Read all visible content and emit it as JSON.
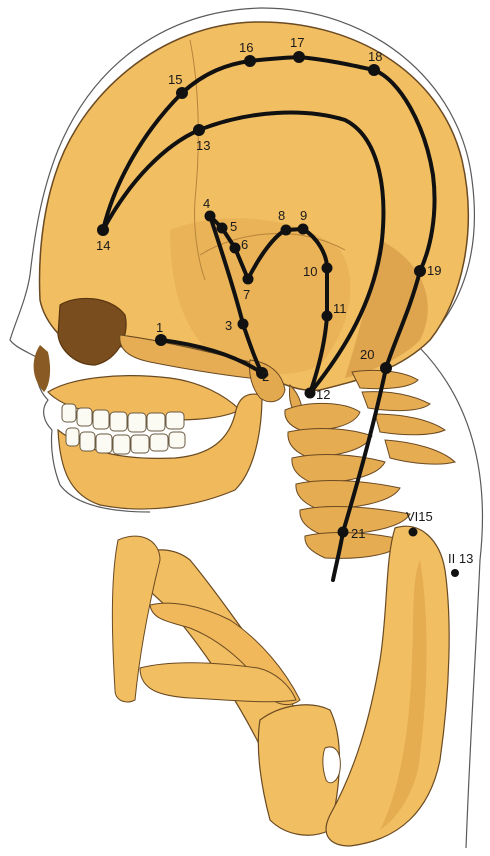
{
  "colors": {
    "bone": "#f2be62",
    "bone_shade": "#d79a3e",
    "bone_dark": "#a86e2a",
    "outline": "#6a4a22",
    "line": "#111111",
    "teeth": "#fbfaf3",
    "background": "#ffffff"
  },
  "points": {
    "p1": "1",
    "p2": "2",
    "p3": "3",
    "p4": "4",
    "p5": "5",
    "p6": "6",
    "p7": "7",
    "p8": "8",
    "p9": "9",
    "p10": "10",
    "p11": "11",
    "p12": "12",
    "p13": "13",
    "p14": "14",
    "p15": "15",
    "p16": "16",
    "p17": "17",
    "p18": "18",
    "p19": "19",
    "p20": "20",
    "p21": "21",
    "vi15": "VI15",
    "ii13": "II 13"
  }
}
